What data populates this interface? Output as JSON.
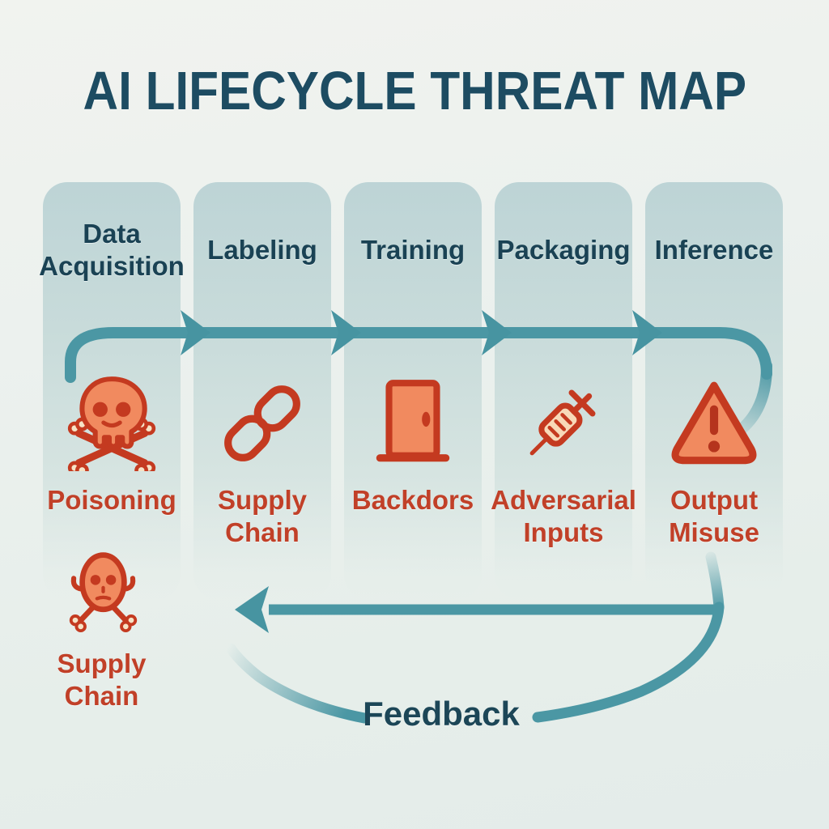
{
  "title": "AI LIFECYCLE THREAT MAP",
  "stages": [
    {
      "label": "Data Acquisition"
    },
    {
      "label": "Labeling"
    },
    {
      "label": "Training"
    },
    {
      "label": "Packaging"
    },
    {
      "label": "Inference"
    }
  ],
  "threats": [
    {
      "label": "Poisoning",
      "icon": "skull-crossbones-icon"
    },
    {
      "label": "Supply Chain",
      "icon": "chain-link-icon"
    },
    {
      "label": "Backdors",
      "icon": "door-icon"
    },
    {
      "label": "Adversarial Inputs",
      "icon": "syringe-icon"
    },
    {
      "label": "Output Misuse",
      "icon": "warning-triangle-icon"
    }
  ],
  "secondary_threat": {
    "label": "Supply Chain",
    "icon": "voodoo-skull-icon"
  },
  "feedback": {
    "label": "Feedback"
  },
  "colors": {
    "background": "#ecf1ee",
    "column_teal": "#bdd4d6",
    "flow_teal": "#4b97a4",
    "title_text": "#1d4c62",
    "stage_text": "#1a4254",
    "threat_text": "#c14028",
    "icon_fill": "#f18a5f",
    "icon_outline": "#c43a20",
    "bone_cream": "#f6e3c6"
  }
}
